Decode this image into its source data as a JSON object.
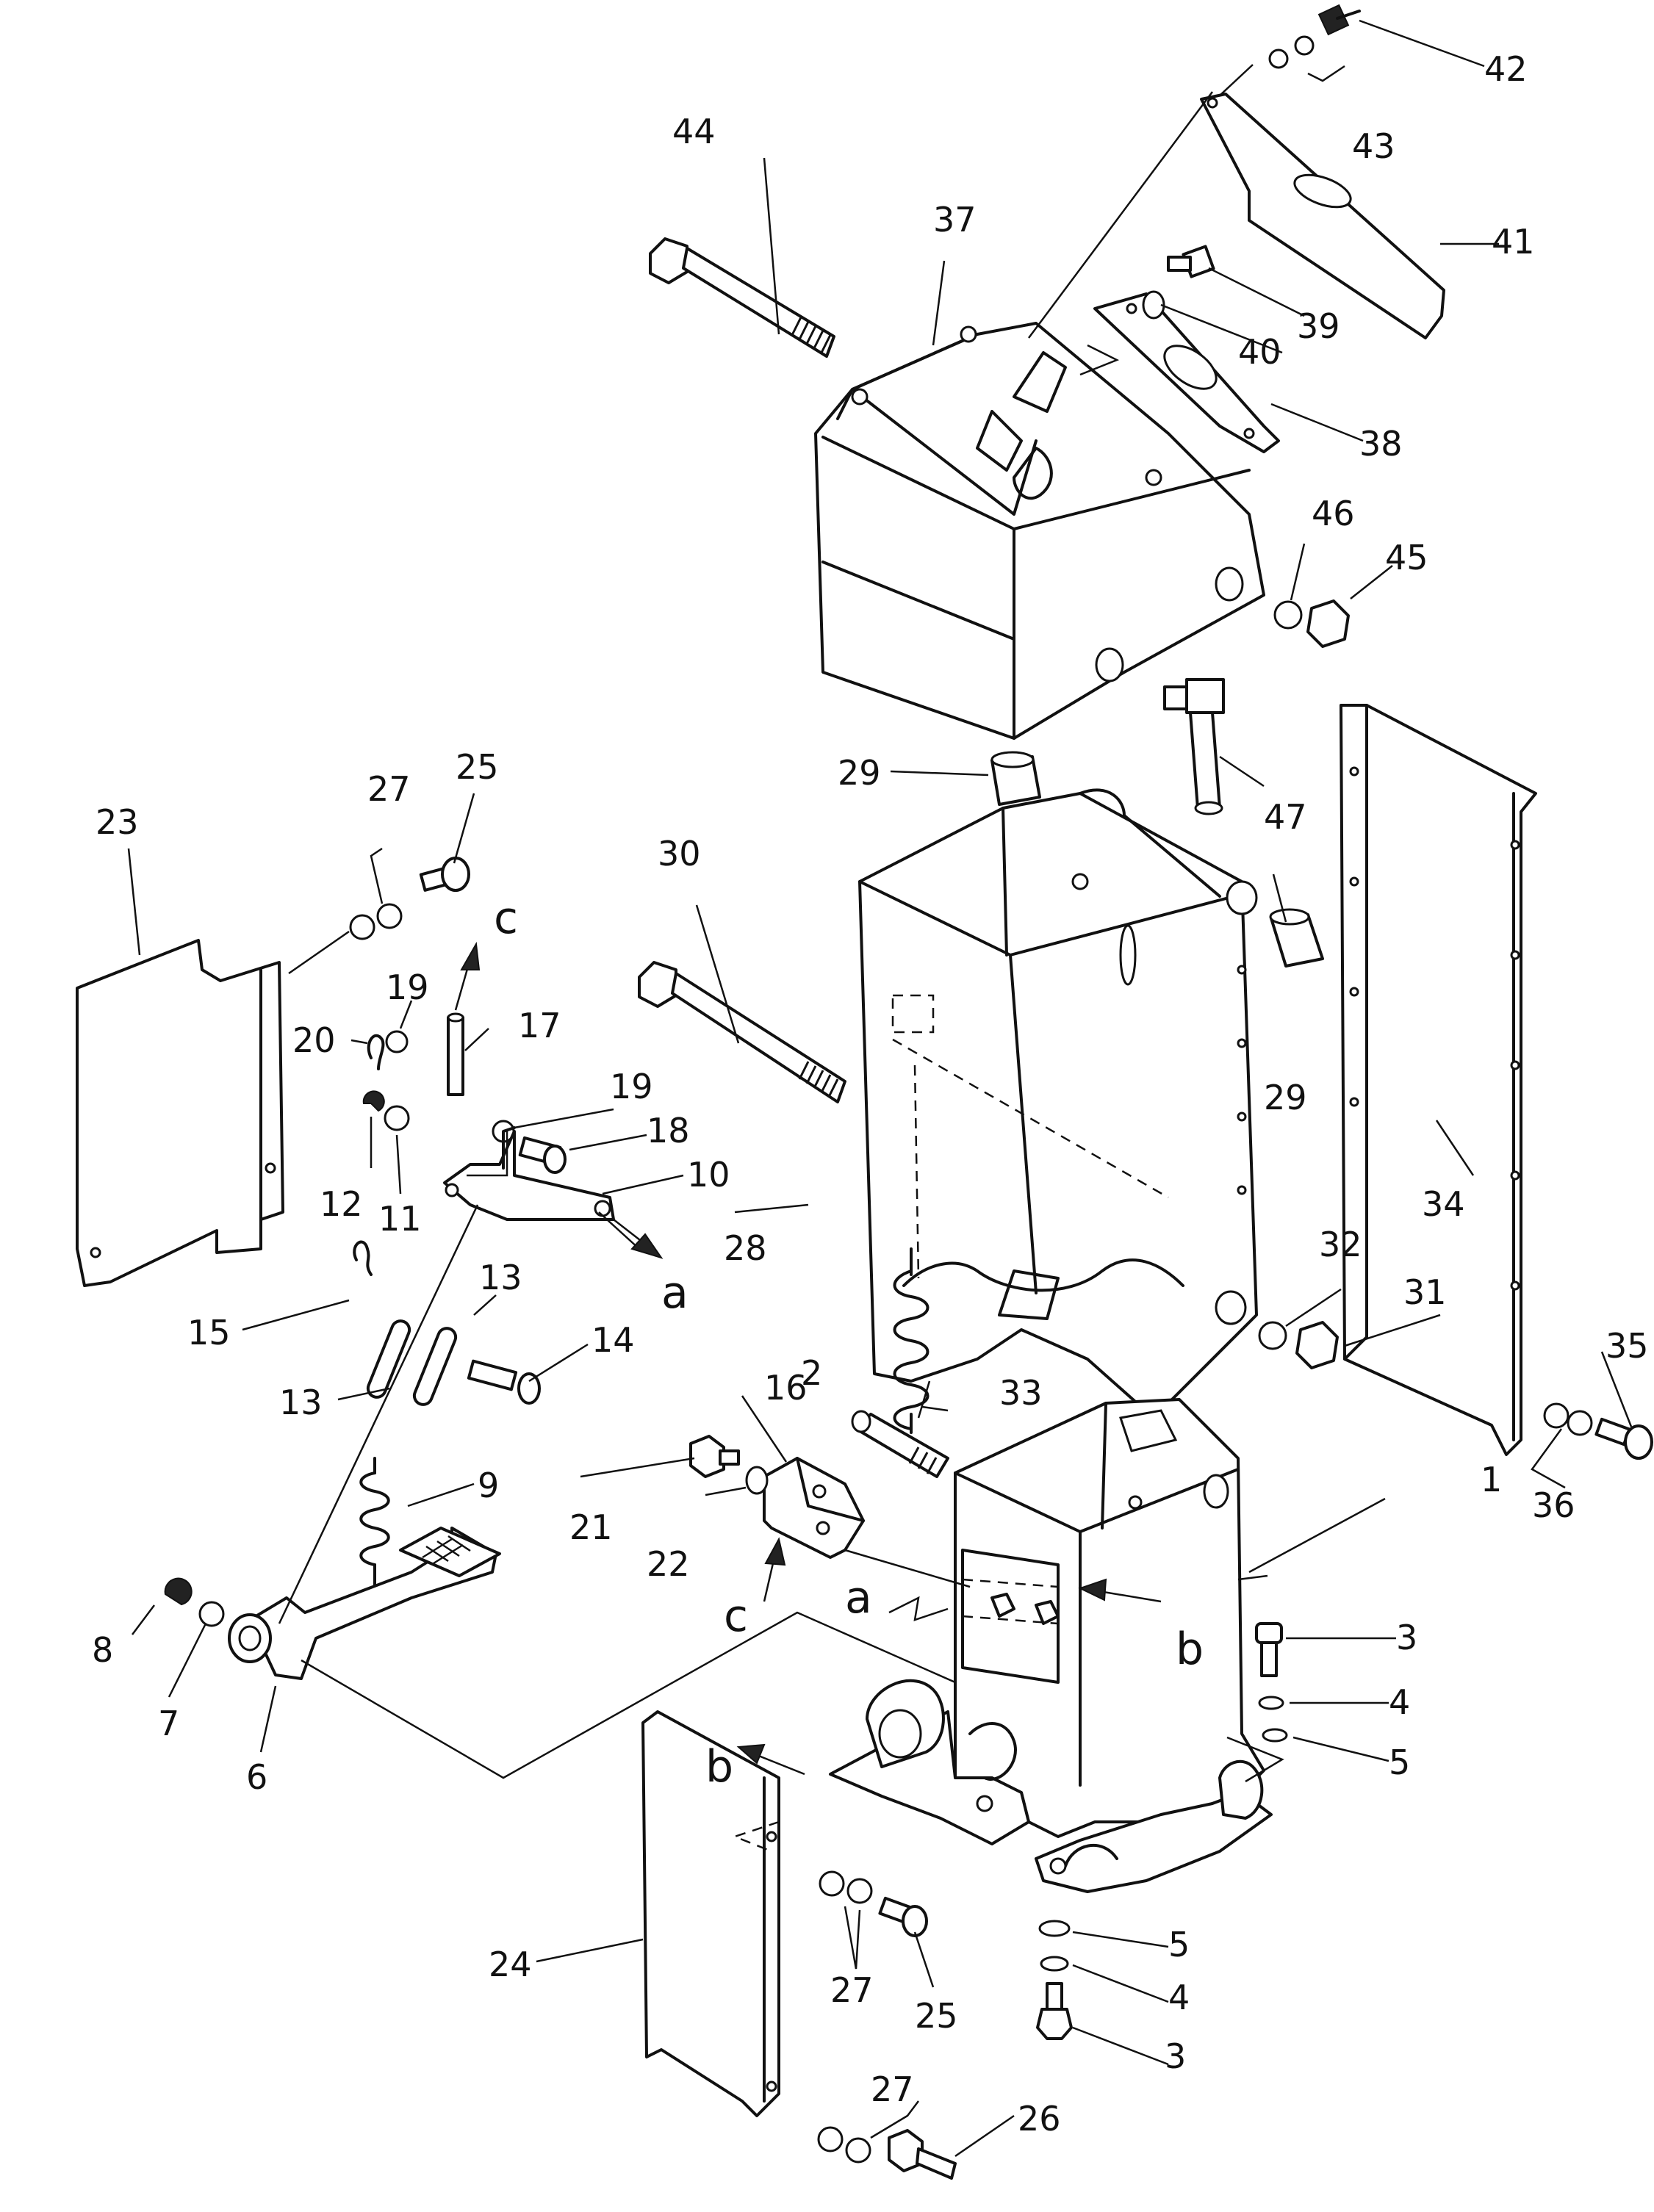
{
  "part_numbers": [
    "1",
    "2",
    "3",
    "4",
    "5",
    "6",
    "7",
    "8",
    "9",
    "10",
    "11",
    "12",
    "13",
    "14",
    "15",
    "16",
    "17",
    "18",
    "19",
    "20",
    "21",
    "22",
    "23",
    "24",
    "25",
    "26",
    "27",
    "28",
    "29",
    "30",
    "31",
    "32",
    "33",
    "34",
    "35",
    "36",
    "37",
    "38",
    "39",
    "40",
    "41",
    "42",
    "43",
    "44",
    "45",
    "46",
    "47"
  ],
  "reference_letters": {
    "a": "a",
    "b": "b",
    "c": "c"
  },
  "colors": {
    "ink": "#111111",
    "paper": "#ffffff"
  }
}
